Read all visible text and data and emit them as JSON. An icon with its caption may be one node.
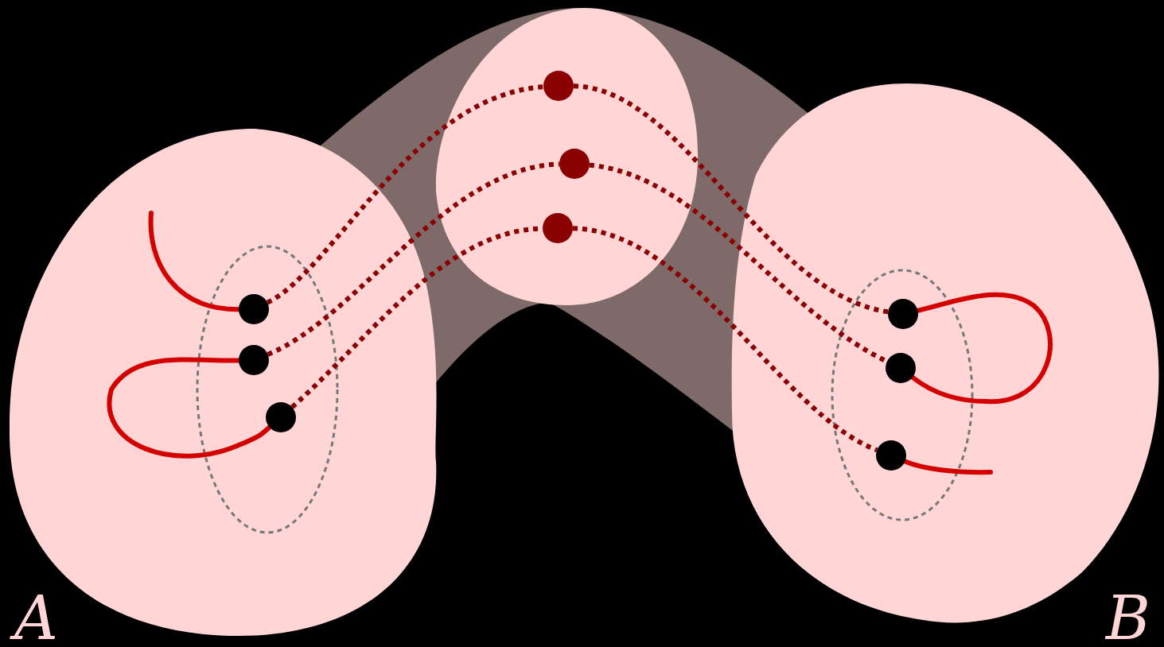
{
  "diagram": {
    "nodes": [
      {
        "text": [],
        "shape": "circle"
      },
      {
        "text": [],
        "shape": "circle"
      },
      {
        "text": [],
        "shape": "circle"
      },
      {
        "text": [],
        "shape": "circle"
      },
      {
        "text": [],
        "shape": "circle"
      },
      {
        "text": [],
        "shape": "circle"
      },
      {
        "text": [],
        "shape": "circle"
      },
      {
        "text": [],
        "shape": "circle"
      },
      {
        "text": [],
        "shape": "circle"
      }
    ],
    "edges": [
      {
        "from": 0,
        "to": 3,
        "arrow": "none",
        "style": "dashed"
      },
      {
        "from": 1,
        "to": 4,
        "arrow": "none",
        "style": "dashed"
      },
      {
        "from": 2,
        "to": 5,
        "arrow": "none",
        "style": "dashed"
      },
      {
        "from": 3,
        "to": 6,
        "arrow": "none",
        "style": "dashed"
      },
      {
        "from": 4,
        "to": 7,
        "arrow": "none",
        "style": "dashed"
      },
      {
        "from": 5,
        "to": 8,
        "arrow": "none",
        "style": "dashed"
      },
      {
        "from": null,
        "to": 0,
        "arrow": "none",
        "color": "#d40000"
      },
      {
        "from": 1,
        "to": 2,
        "arrow": "none",
        "color": "#d40000"
      },
      {
        "from": 6,
        "to": 7,
        "arrow": "none",
        "color": "#d40000"
      },
      {
        "from": 8,
        "to": null,
        "arrow": "none",
        "color": "#d40000"
      }
    ],
    "labels": [
      "A",
      "B"
    ]
  }
}
